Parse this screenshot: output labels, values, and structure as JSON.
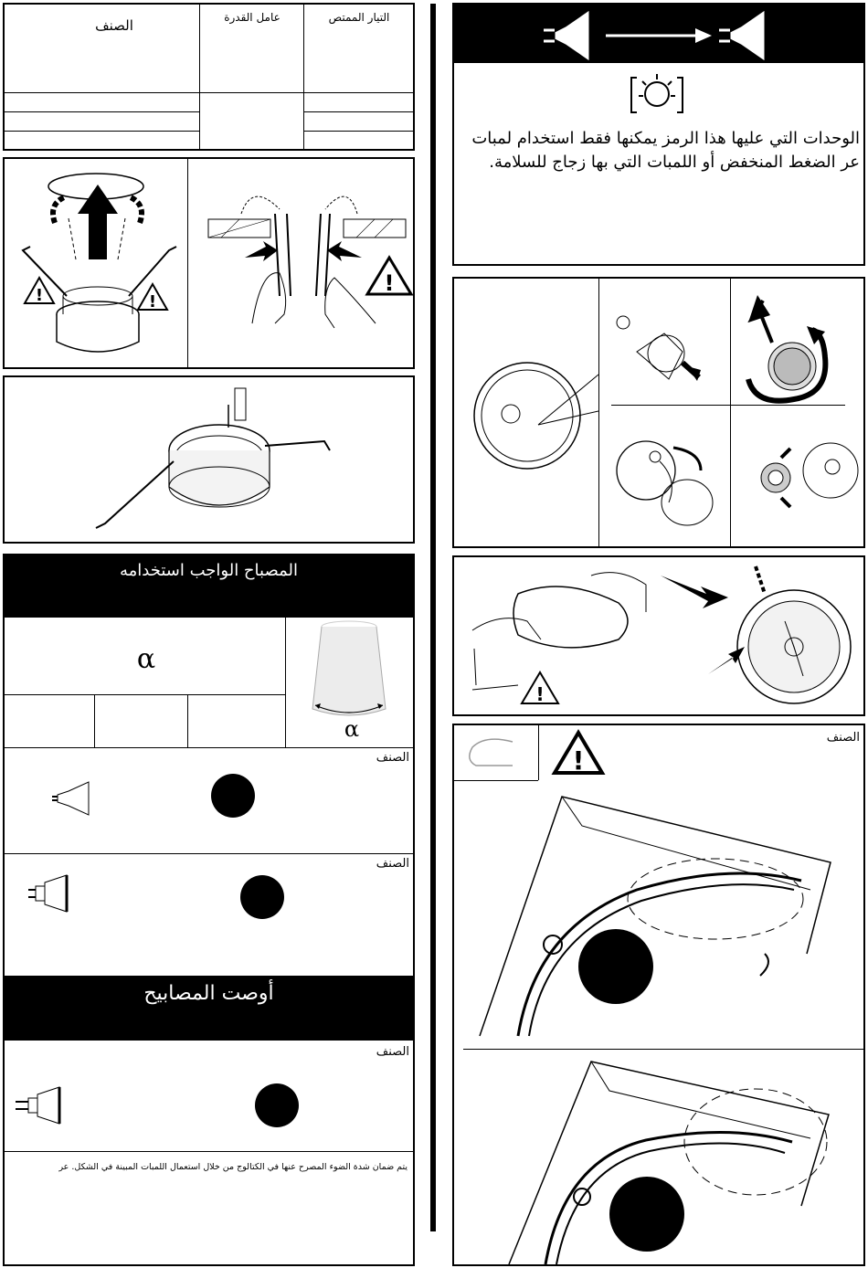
{
  "table": {
    "col_type": "الصنف",
    "col_power_factor": "عامل القدرة",
    "col_current": "التيار الممتص"
  },
  "safety_notice": {
    "text": "الوحدات التي عليها هذا الرمز يمكنها فقط استخدام لمبات عر الضغط المنخفض أو اللمبات التي بها زجاج للسلامة.",
    "icon": "lamp-protection-symbol"
  },
  "lamp_section": {
    "title": "المصباح الواجب استخدامه",
    "alpha": "α",
    "alpha_beam": "α",
    "rows": [
      {
        "type_label": "الصنف",
        "icon": "dichroic-lamp-icon"
      },
      {
        "type_label": "الصنف",
        "icon": "par-lamp-icon"
      }
    ]
  },
  "recommended": {
    "title": "أوصت المصابيح",
    "rows": [
      {
        "type_label": "الصنف",
        "icon": "par-lamp-icon"
      }
    ],
    "footnote": "يتم ضمان شدة الضوء المصرح عنها في الكتالوج من خلال استعمال اللمبات المبينة في الشكل.  عر"
  },
  "right_bottom": {
    "type_label": "الصنف",
    "icon": "warning-triangle-icon"
  },
  "colors": {
    "ink": "#000000",
    "paper": "#ffffff"
  }
}
